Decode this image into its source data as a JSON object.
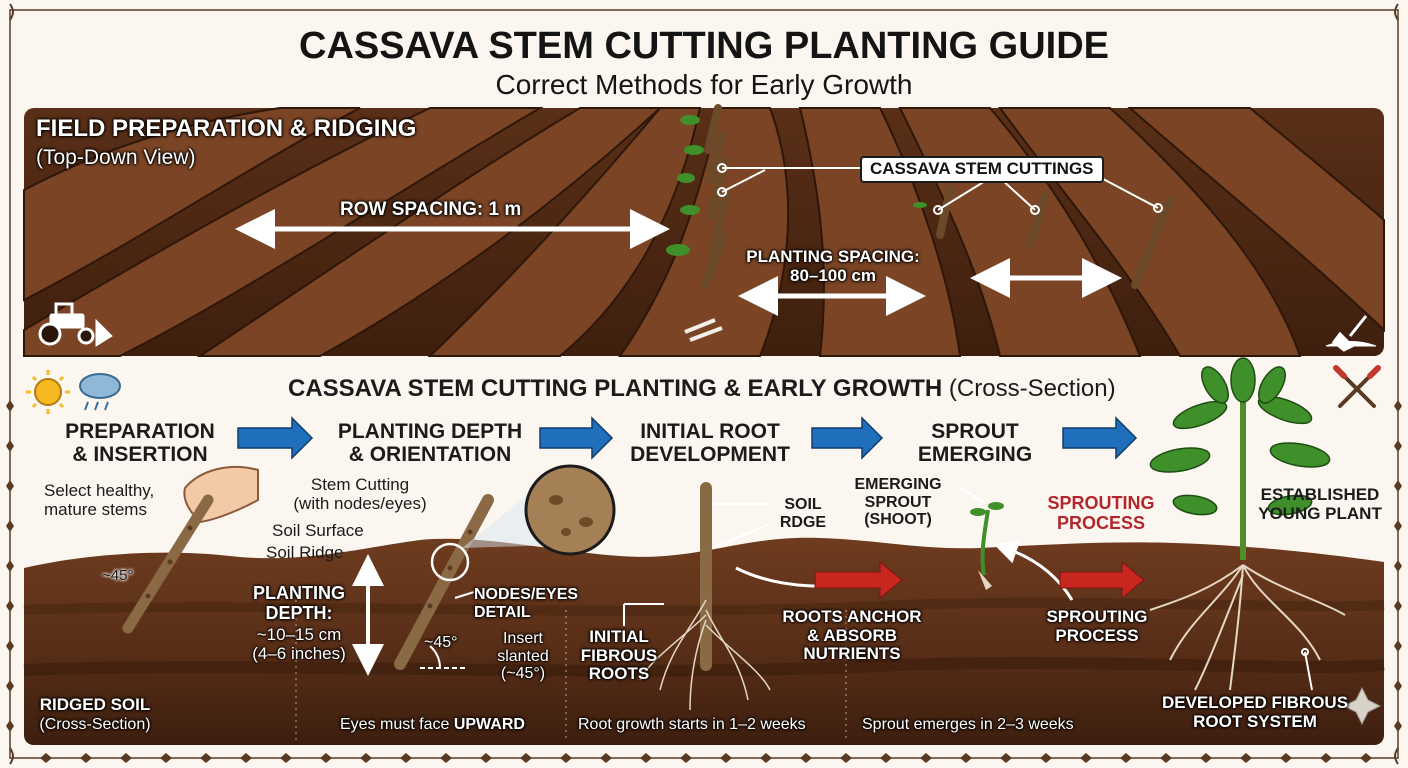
{
  "title": "CASSAVA STEM CUTTING PLANTING GUIDE",
  "subtitle": "Correct Methods for Early Growth",
  "field": {
    "heading": "FIELD PREPARATION & RIDGING",
    "subheading": "(Top-Down View)",
    "row_spacing": "ROW SPACING: 1 m",
    "cuttings_label": "CASSAVA STEM CUTTINGS",
    "planting_spacing": "PLANTING SPACING:\n80–100 cm"
  },
  "cross": {
    "heading": "CASSAVA STEM CUTTING PLANTING & EARLY GROWTH",
    "heading_suffix": "(Cross-Section)",
    "stages": [
      {
        "title": "PREPARATION\n& INSERTION"
      },
      {
        "title": "PLANTING DEPTH\n& ORIENTATION"
      },
      {
        "title": "INITIAL ROOT\nDEVELOPMENT"
      },
      {
        "title": "SPROUT\nEMERGING"
      }
    ],
    "select_stems": "Select healthy,\nmature stems",
    "angle1": "~45°",
    "stem_cutting": "Stem Cutting\n(with nodes/eyes)",
    "soil_surface": "Soil Surface",
    "soil_ridge": "Soil Ridge",
    "planting_depth_title": "PLANTING\nDEPTH:",
    "planting_depth_value": "~10–15 cm\n(4–6 inches)",
    "nodes_detail": "NODES/EYES\nDETAIL",
    "insert_slanted": "Insert\nslanted\n(~45°)",
    "angle2": "~45°",
    "soil_ridge_2": "SOIL\nRDGE",
    "initial_roots": "INITIAL\nFIBROUS\nROOTS",
    "roots_anchor": "ROOTS ANCHOR\n& ABSORB\nNUTRIENTS",
    "emerging_sprout": "EMERGING\nSPROUT\n(SHOOT)",
    "sprouting_process_red": "SPROUTING\nPROCESS",
    "sprouting_process": "SPROUTING\nPROCESS",
    "established": "ESTABLISHED\nYOUNG PLANT",
    "ridged_soil": "RIDGED SOIL",
    "ridged_soil_sub": "(Cross-Section)",
    "eyes_must_face": "Eyes must face ",
    "eyes_upward": "UPWARD",
    "root_growth": "Root growth starts in 1–2 weeks",
    "sprout_emerges": "Sprout emerges in 2–3 weeks",
    "developed_roots": "DEVELOPED FIBROUS\nROOT SYSTEM"
  },
  "icons": [
    "sun-icon",
    "rain-cloud-icon",
    "tractor-icon",
    "shovel-icon",
    "tools-icon",
    "sparkle-icon"
  ],
  "colors": {
    "soil_dark": "#4a2612",
    "soil_mid": "#6b3a1f",
    "arrow_blue": "#1f6fbd",
    "arrow_red": "#c8271f",
    "leaf_green": "#3f8f2a",
    "accent_red_text": "#b3262c"
  }
}
